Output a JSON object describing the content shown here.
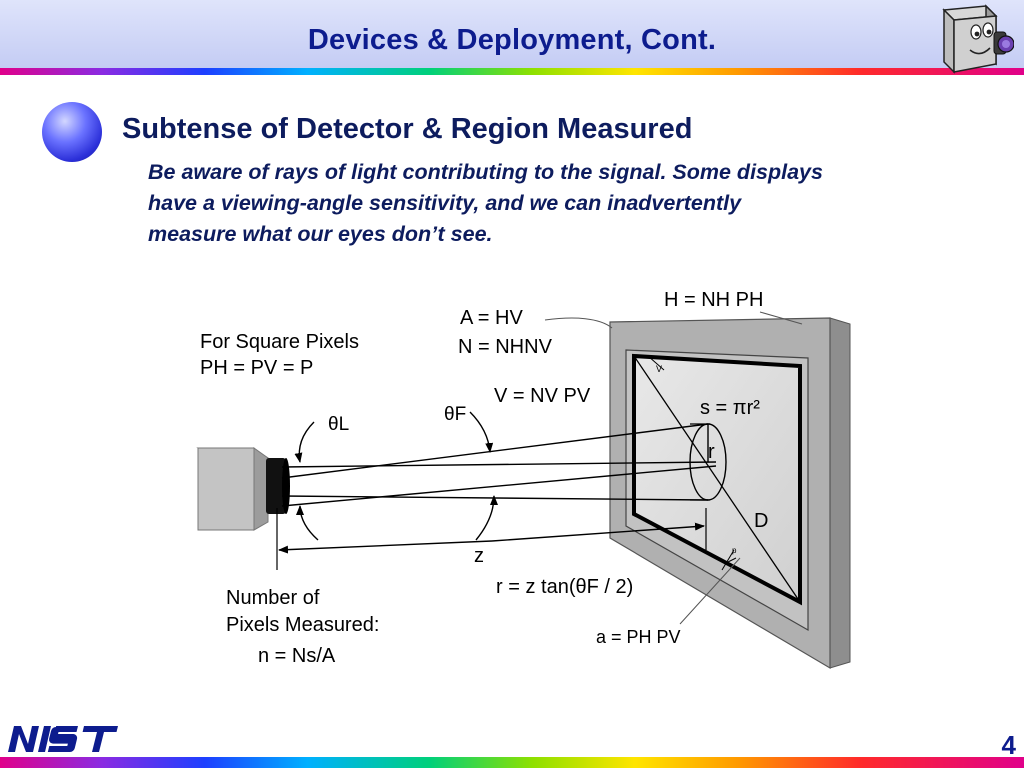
{
  "header": {
    "title": "Devices & Deployment, Cont."
  },
  "section": {
    "subtitle": "Subtense of Detector & Region Measured",
    "paragraph_lines": [
      "Be aware of rays of light contributing to the signal. Some displays",
      "have a viewing-angle sensitivity, and we can inadvertently",
      "measure what our eyes don’t see."
    ]
  },
  "diagram": {
    "square_pixels": {
      "line1": "For Square Pixels",
      "line2": "PH = PV = P"
    },
    "pixels_measured": {
      "line1": "Number of",
      "line2": "Pixels Measured:",
      "formula": "n = Ns/A"
    },
    "theta_L": "θL",
    "theta_F": "θF",
    "z_label": "z",
    "r_formula": "r = z tan(θF / 2)",
    "area_formula": "A = HV",
    "n_formula": "N = NHNV",
    "v_formula": "V = NV PV",
    "h_formula": "H = NH PH",
    "s_formula": "s = πr²",
    "r_label": "r",
    "d_label": "D",
    "a_formula": "a = PH PV",
    "v_mark": "V",
    "p_mark": "p"
  },
  "footer": {
    "logo": "NIST",
    "page_number": "4"
  },
  "colors": {
    "title": "#0d1c8e",
    "text": "#0d1c5e",
    "header_bg": "#c4ccf4",
    "bullet": "#2b2fd8"
  }
}
